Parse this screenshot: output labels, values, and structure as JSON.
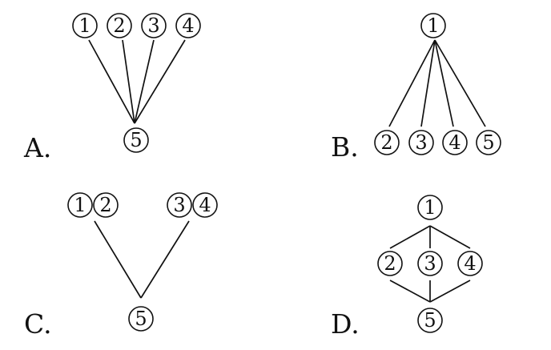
{
  "diagrams": [
    {
      "id": "A",
      "label": "A.",
      "nodes": [
        {
          "id": "a1",
          "text": "1"
        },
        {
          "id": "a2",
          "text": "2"
        },
        {
          "id": "a3",
          "text": "3"
        },
        {
          "id": "a4",
          "text": "4"
        },
        {
          "id": "a5",
          "text": "5"
        }
      ],
      "edges": [
        [
          "a1",
          "a5"
        ],
        [
          "a2",
          "a5"
        ],
        [
          "a3",
          "a5"
        ],
        [
          "a4",
          "a5"
        ]
      ]
    },
    {
      "id": "B",
      "label": "B.",
      "nodes": [
        {
          "id": "b1",
          "text": "1"
        },
        {
          "id": "b2",
          "text": "2"
        },
        {
          "id": "b3",
          "text": "3"
        },
        {
          "id": "b4",
          "text": "4"
        },
        {
          "id": "b5",
          "text": "5"
        }
      ],
      "edges": [
        [
          "b1",
          "b2"
        ],
        [
          "b1",
          "b3"
        ],
        [
          "b1",
          "b4"
        ],
        [
          "b1",
          "b5"
        ]
      ]
    },
    {
      "id": "C",
      "label": "C.",
      "nodes": [
        {
          "id": "c1",
          "text": "1"
        },
        {
          "id": "c2",
          "text": "2"
        },
        {
          "id": "c3",
          "text": "3"
        },
        {
          "id": "c4",
          "text": "4"
        },
        {
          "id": "c5",
          "text": "5"
        }
      ],
      "edges": [
        [
          "c12",
          "c5"
        ],
        [
          "c34",
          "c5"
        ]
      ]
    },
    {
      "id": "D",
      "label": "D.",
      "nodes": [
        {
          "id": "d1",
          "text": "1"
        },
        {
          "id": "d2",
          "text": "2"
        },
        {
          "id": "d3",
          "text": "3"
        },
        {
          "id": "d4",
          "text": "4"
        },
        {
          "id": "d5",
          "text": "5"
        }
      ],
      "edges": [
        [
          "d1",
          "d2"
        ],
        [
          "d1",
          "d3"
        ],
        [
          "d1",
          "d4"
        ],
        [
          "d2",
          "d5"
        ],
        [
          "d3",
          "d5"
        ],
        [
          "d4",
          "d5"
        ]
      ]
    }
  ]
}
